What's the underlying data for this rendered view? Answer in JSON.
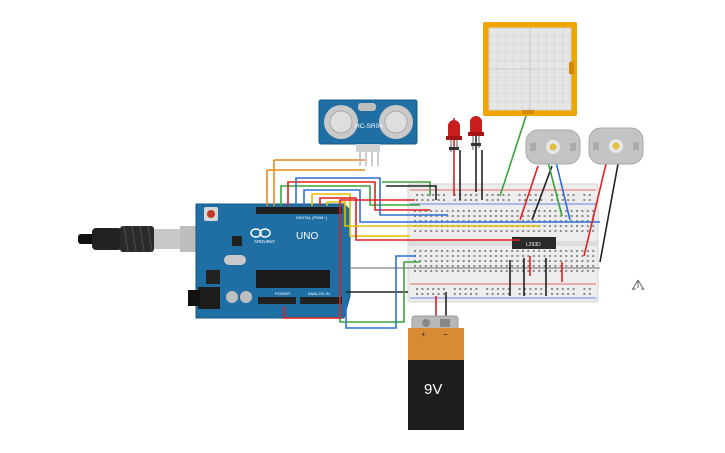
{
  "uno": {
    "brand_label": "UNO",
    "maker_label": "ARDUINO",
    "digital_header": "DIGITAL (PWM~)",
    "power_header": "POWER",
    "analog_header": "ANALOG IN"
  },
  "sensor": {
    "model": "HC-SR04"
  },
  "driver_ic": {
    "label": "L293D"
  },
  "battery": {
    "voltage": "9V",
    "plus": "+",
    "minus": "−"
  },
  "colors": {
    "board": "#1f6fa5",
    "breadboard": "#eeeeee",
    "wire_red": "#e02020",
    "wire_black": "#222222",
    "wire_orange": "#e58a1f",
    "wire_green": "#3ba33b",
    "wire_blue": "#2f6fd6",
    "wire_yellow": "#e0c000",
    "wire_gray": "#9a9a9a",
    "screen_frame": "#f0a500",
    "battery_body": "#d98a35"
  },
  "icons": [
    "usb-cable-icon",
    "led-icon",
    "dc-motor-icon",
    "oscilloscope-icon",
    "cursor-icon"
  ]
}
